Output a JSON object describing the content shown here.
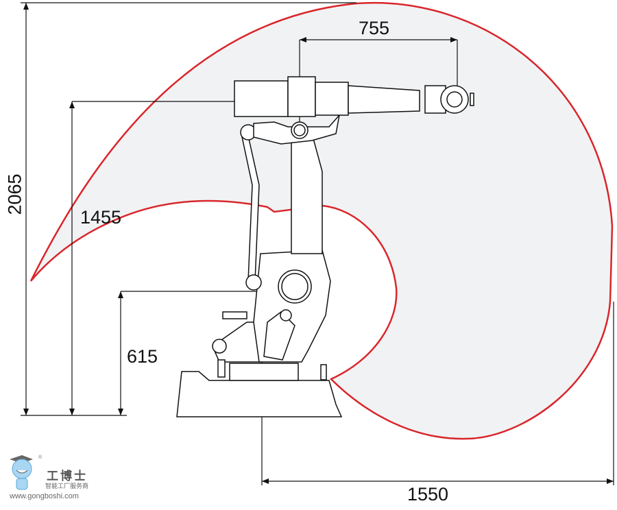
{
  "dimensions": {
    "reach_top": "755",
    "height_total": "2065",
    "height_wrist": "1455",
    "height_axis2": "615",
    "reach_max": "1550"
  },
  "colors": {
    "envelope_stroke": "#d9262b",
    "envelope_fill": "#f1f2f4",
    "line": "#111111"
  },
  "watermark": {
    "name": "工博士",
    "tagline": "智能工厂服务商",
    "url": "www.gongboshi.com",
    "mark": "®"
  }
}
